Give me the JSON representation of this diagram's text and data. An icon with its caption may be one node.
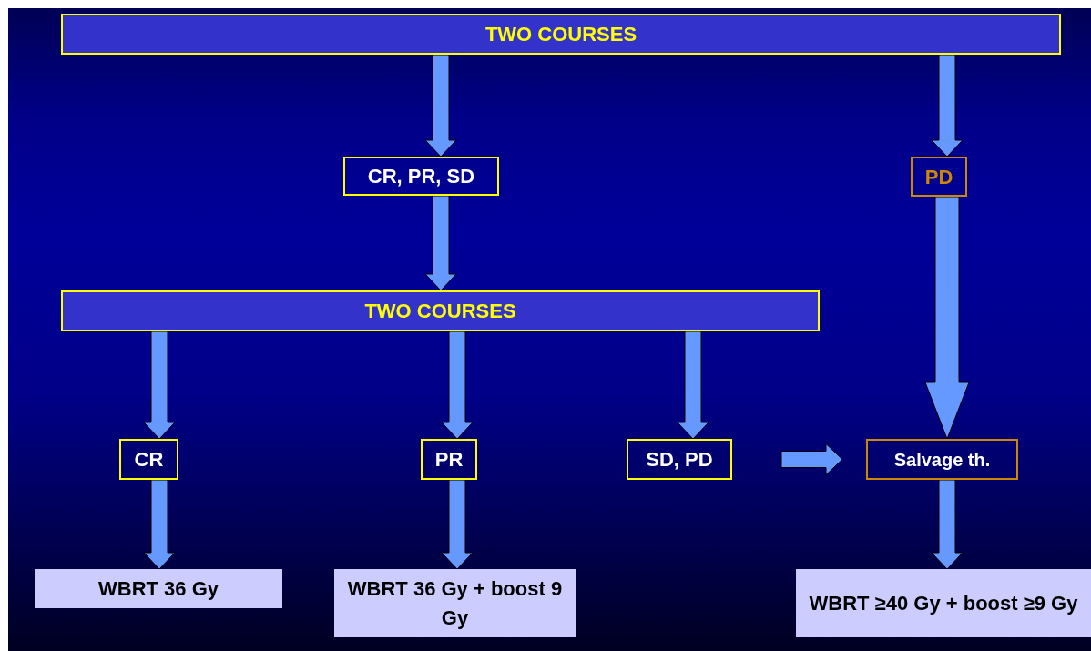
{
  "diagram": {
    "nodes": [
      {
        "text": [
          "TWO COURSES"
        ]
      },
      {
        "text": [
          "CR, PR, SD"
        ]
      },
      {
        "text": [
          "PD"
        ]
      },
      {
        "text": [
          "TWO COURSES"
        ]
      },
      {
        "text": [
          "CR"
        ]
      },
      {
        "text": [
          "PR"
        ]
      },
      {
        "text": [
          "SD, PD"
        ]
      },
      {
        "text": [
          "Salvage th."
        ]
      },
      {
        "text": [
          "WBRT 36 Gy"
        ]
      },
      {
        "text": [
          "WBRT 36 Gy + boost 9 Gy"
        ]
      },
      {
        "text": [
          "WBRT ≥40 Gy + boost ≥9 Gy"
        ]
      }
    ],
    "edges": [
      {
        "from": 0,
        "to": 1,
        "arrow": "to"
      },
      {
        "from": 0,
        "to": 2,
        "arrow": "to"
      },
      {
        "from": 1,
        "to": 3,
        "arrow": "to"
      },
      {
        "from": 3,
        "to": 4,
        "arrow": "to"
      },
      {
        "from": 3,
        "to": 5,
        "arrow": "to"
      },
      {
        "from": 3,
        "to": 6,
        "arrow": "to"
      },
      {
        "from": 2,
        "to": 7,
        "arrow": "to",
        "style": "thick"
      },
      {
        "from": 6,
        "to": 7,
        "arrow": "to"
      },
      {
        "from": 4,
        "to": 8,
        "arrow": "to"
      },
      {
        "from": 5,
        "to": 9,
        "arrow": "to"
      },
      {
        "from": 7,
        "to": 10,
        "arrow": "to"
      }
    ]
  }
}
